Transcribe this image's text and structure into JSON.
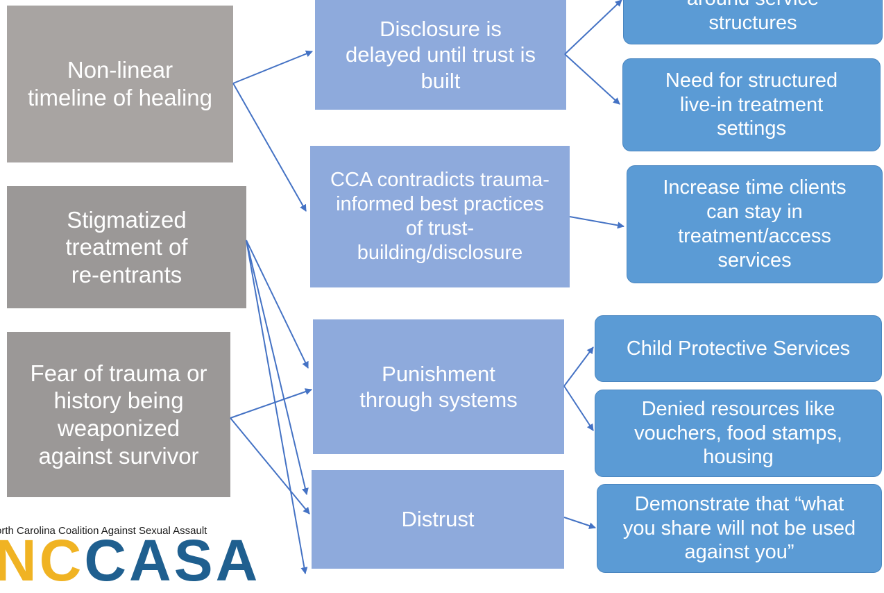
{
  "gray_boxes": {
    "nonlinear": "Non-linear\ntimeline of healing",
    "stigmatized": "Stigmatized\ntreatment of\nre-entrants",
    "fear": "Fear of trauma or\nhistory being\nweaponized\nagainst survivor"
  },
  "middle_boxes": {
    "disclosure": "Disclosure is\ndelayed until trust is\nbuilt",
    "cca": "CCA contradicts trauma-\ninformed best practices\nof trust-\nbuilding/disclosure",
    "punishment": "Punishment\nthrough systems",
    "distrust": "Distrust"
  },
  "outcome_boxes": {
    "structures": "around service\nstructures",
    "need": "Need for structured\nlive-in treatment\nsettings",
    "increase": "Increase time clients\ncan stay in\ntreatment/access\nservices",
    "cps": "Child Protective Services",
    "denied": "Denied resources like\nvouchers, food stamps,\nhousing",
    "demonstrate": "Demonstrate that “what\nyou share will not be used\nagainst you”"
  },
  "logo": {
    "org_name": "orth Carolina Coalition Against Sexual Assault",
    "nc": "NC",
    "casa": "CASA"
  },
  "colors": {
    "gray": "#a8a4a2",
    "mid_blue": "#8eaadc",
    "dark_blue": "#5b9bd5",
    "arrow": "#4472c4",
    "logo_gold": "#f0b323",
    "logo_teal": "#1f5f8f"
  }
}
